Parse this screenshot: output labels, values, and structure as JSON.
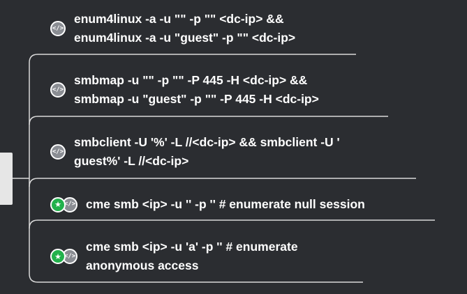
{
  "nodes": [
    {
      "line1": "enum4linux -a -u \"\" -p \"\" <dc-ip> &&",
      "line2": "enum4linux -a -u \"guest\" -p \"\" <dc-ip>",
      "icons": [
        "code-icon"
      ]
    },
    {
      "line1": "smbmap -u \"\" -p \"\" -P 445 -H <dc-ip> &&",
      "line2": "smbmap -u \"guest\" -p \"\" -P 445 -H <dc-ip>",
      "icons": [
        "code-icon"
      ]
    },
    {
      "line1": "smbclient -U '%' -L //<dc-ip> && smbclient -U '",
      "line2": "guest%' -L //<dc-ip>",
      "icons": [
        "code-icon"
      ]
    },
    {
      "line1": "cme smb <ip> -u '' -p '' # enumerate null session",
      "icons": [
        "star-icon",
        "code-icon"
      ]
    },
    {
      "line1": "cme smb <ip> -u 'a' -p '' # enumerate",
      "line2": "anonymous access",
      "icons": [
        "star-icon",
        "code-icon"
      ]
    }
  ],
  "icon_glyphs": {
    "code": "</>",
    "star": "★"
  },
  "colors": {
    "background": "#2b2d31",
    "connector": "#d9d9d9",
    "text": "#ffffff",
    "code_icon": "#8a8d93",
    "star_icon": "#22b14c"
  }
}
